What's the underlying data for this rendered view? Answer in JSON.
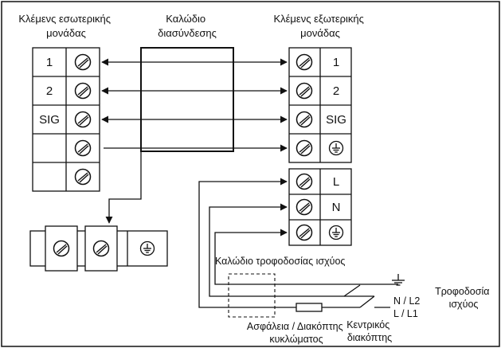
{
  "labels": {
    "indoor_terminal_l1": "Κλέμενς εσωτερικής",
    "indoor_terminal_l2": "μονάδας",
    "connecting_cable_l1": "Καλώδιο",
    "connecting_cable_l2": "διασύνδεσης",
    "outdoor_terminal_l1": "Κλέμενς εξωτερικής",
    "outdoor_terminal_l2": "μονάδας",
    "power_cable": "Καλώδιο τροφοδοσίας ισχύος",
    "power_supply_l1": "Τροφοδοσία",
    "power_supply_l2": "ισχύος",
    "fuse_l1": "Ασφάλεια / Διακόπτης",
    "fuse_l2": "κυκλώματος",
    "main_switch_l1": "Κεντρικός",
    "main_switch_l2": "διακόπτης",
    "n_l2": "N / L2",
    "l_l1": "L / L1"
  },
  "indoor_terminals": [
    "1",
    "2",
    "SIG"
  ],
  "outdoor_terminals": [
    "1",
    "2",
    "SIG"
  ],
  "power_terminals": [
    "L",
    "N"
  ]
}
